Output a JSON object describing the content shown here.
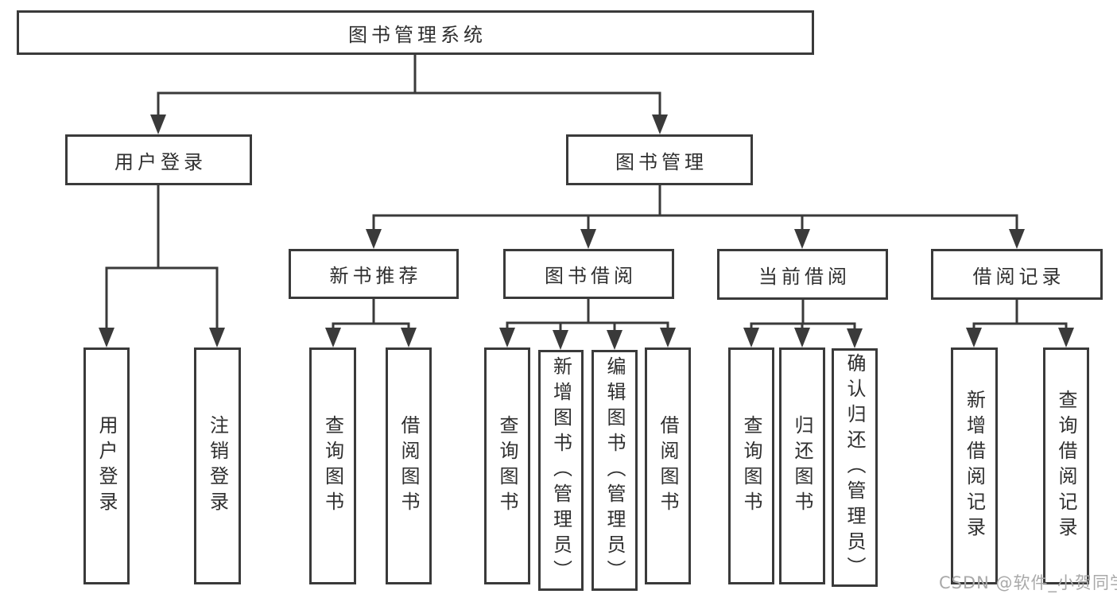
{
  "diagram": {
    "root": {
      "label": "图书管理系统"
    },
    "branches": [
      {
        "label": "用户登录",
        "children": [
          {
            "label": "用户登录"
          },
          {
            "label": "注销登录"
          }
        ]
      },
      {
        "label": "图书管理",
        "children": [
          {
            "label": "新书推荐",
            "children": [
              {
                "label": "查询图书"
              },
              {
                "label": "借阅图书"
              }
            ]
          },
          {
            "label": "图书借阅",
            "children": [
              {
                "label": "查询图书"
              },
              {
                "label": "新增图书（管理员）"
              },
              {
                "label": "编辑图书（管理员）"
              },
              {
                "label": "借阅图书"
              }
            ]
          },
          {
            "label": "当前借阅",
            "children": [
              {
                "label": "查询图书"
              },
              {
                "label": "归还图书"
              },
              {
                "label": "确认归还（管理员）"
              }
            ]
          },
          {
            "label": "借阅记录",
            "children": [
              {
                "label": "新增借阅记录"
              },
              {
                "label": "查询借阅记录"
              }
            ]
          }
        ]
      }
    ]
  },
  "watermark": {
    "text": "CSDN @软件_小贺同学"
  },
  "colors": {
    "line": "#3a3a3a",
    "text": "#2f2f2f",
    "box_background": "#ffffff",
    "watermark": "#a9a9a9"
  }
}
